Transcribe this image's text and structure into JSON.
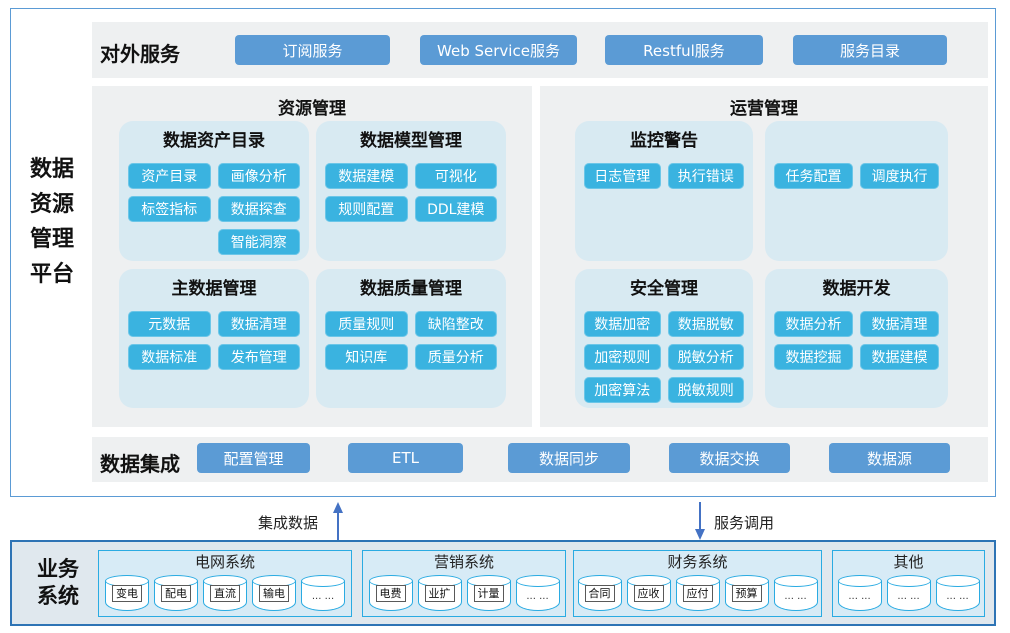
{
  "platform_title": [
    "数据",
    "资源",
    "管理",
    "平台"
  ],
  "external_services": {
    "label": "对外服务",
    "buttons": [
      "订阅服务",
      "Web Service服务",
      "Restful服务",
      "服务目录"
    ]
  },
  "resource_management": {
    "title": "资源管理",
    "data_asset_catalog": {
      "title": "数据资产目录",
      "buttons": [
        "资产目录",
        "画像分析",
        "标签指标",
        "数据探查",
        "智能洞察"
      ]
    },
    "data_model": {
      "title": "数据模型管理",
      "buttons": [
        "数据建模",
        "可视化",
        "规则配置",
        "DDL建模"
      ]
    },
    "master_data": {
      "title": "主数据管理",
      "buttons": [
        "元数据",
        "数据清理",
        "数据标准",
        "发布管理"
      ]
    },
    "data_quality": {
      "title": "数据质量管理",
      "buttons": [
        "质量规则",
        "缺陷整改",
        "知识库",
        "质量分析"
      ]
    }
  },
  "operation_management": {
    "title": "运营管理",
    "monitoring": {
      "title": "监控警告",
      "buttons": [
        "日志管理",
        "执行错误"
      ]
    },
    "scheduling": {
      "buttons": [
        "任务配置",
        "调度执行"
      ]
    },
    "security": {
      "title": "安全管理",
      "buttons": [
        "数据加密",
        "数据脱敏",
        "加密规则",
        "脱敏分析",
        "加密算法",
        "脱敏规则"
      ]
    },
    "development": {
      "title": "数据开发",
      "buttons": [
        "数据分析",
        "数据清理",
        "数据挖掘",
        "数据建模"
      ]
    }
  },
  "data_integration": {
    "label": "数据集成",
    "buttons": [
      "配置管理",
      "ETL",
      "数据同步",
      "数据交换",
      "数据源"
    ]
  },
  "flows": {
    "up_label": "集成数据",
    "down_label": "服务调用"
  },
  "business_systems": {
    "label": [
      "业务",
      "系统"
    ],
    "groups": [
      {
        "title": "电网系统",
        "items": [
          "变电",
          "配电",
          "直流",
          "输电",
          "... ..."
        ]
      },
      {
        "title": "营销系统",
        "items": [
          "电费",
          "业扩",
          "计量",
          "... ..."
        ]
      },
      {
        "title": "财务系统",
        "items": [
          "合同",
          "应收",
          "应付",
          "预算",
          "... ..."
        ]
      },
      {
        "title": "其他",
        "items": [
          "... ...",
          "... ...",
          "... ..."
        ]
      }
    ]
  },
  "colors": {
    "accent_blue": "#5b9bd5",
    "accent_cyan": "#3ab3e0",
    "panel_bg": "#eef0f1",
    "subbox_bg": "#d8eaf2",
    "group_border": "#2aabe2",
    "arrow_blue": "#4472c4",
    "bottom_border": "#2e74b5"
  }
}
